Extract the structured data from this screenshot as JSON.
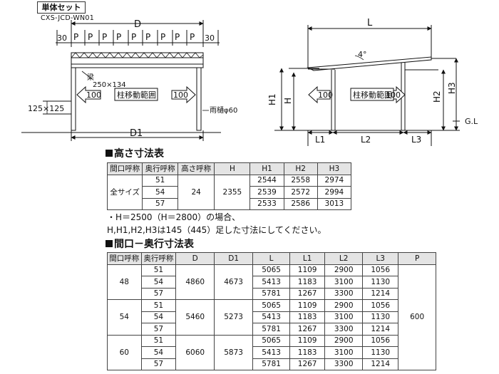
{
  "header": {
    "tag": "単体セット",
    "model": "CXS-JCD-WN01"
  },
  "front": {
    "dim_d": "D",
    "dim_d1": "D1",
    "edge_left": "30",
    "edge_right": "30",
    "pitch": "P",
    "beam_label": "梁",
    "beam_size": "250×134",
    "post_size": "125×125",
    "gutter": "雨樋φ60",
    "move_range": "柱移動範囲",
    "offset": "100"
  },
  "side": {
    "dim_l": "L",
    "angle": "4°",
    "h1": "H1",
    "h": "H",
    "h2": "H2",
    "h3": "H3",
    "l1": "L1",
    "l2": "L2",
    "l3": "L3",
    "gl": "G.L",
    "move_range": "柱移動範囲",
    "offset": "100"
  },
  "height_table": {
    "title": "高さ寸法表",
    "headers": [
      "間口呼称",
      "奥行呼称",
      "高さ呼称",
      "H",
      "H1",
      "H2",
      "H3"
    ],
    "size_label": "全サイズ",
    "height_name": "24",
    "h_value": "2355",
    "rows": [
      {
        "depth": "51",
        "h1": "2544",
        "h2": "2558",
        "h3": "2974"
      },
      {
        "depth": "54",
        "h1": "2539",
        "h2": "2572",
        "h3": "2994"
      },
      {
        "depth": "57",
        "h1": "2533",
        "h2": "2586",
        "h3": "3013"
      }
    ]
  },
  "notes": {
    "line1": "・H＝2500（H＝2800）の場合、",
    "line2": "H,H1,H2,H3は145（445）足した寸法にしてください。"
  },
  "dim_table": {
    "title": "間口－奥行寸法表",
    "headers": [
      "間口呼称",
      "奥行呼称",
      "D",
      "D1",
      "L",
      "L1",
      "L2",
      "L3",
      "P"
    ],
    "p_value": "600",
    "groups": [
      {
        "width": "48",
        "d": "4860",
        "d1": "4673",
        "rows": [
          {
            "depth": "51",
            "l": "5065",
            "l1": "1109",
            "l2": "2900",
            "l3": "1056"
          },
          {
            "depth": "54",
            "l": "5413",
            "l1": "1183",
            "l2": "3100",
            "l3": "1130"
          },
          {
            "depth": "57",
            "l": "5781",
            "l1": "1267",
            "l2": "3300",
            "l3": "1214"
          }
        ]
      },
      {
        "width": "54",
        "d": "5460",
        "d1": "5273",
        "rows": [
          {
            "depth": "51",
            "l": "5065",
            "l1": "1109",
            "l2": "2900",
            "l3": "1056"
          },
          {
            "depth": "54",
            "l": "5413",
            "l1": "1183",
            "l2": "3100",
            "l3": "1130"
          },
          {
            "depth": "57",
            "l": "5781",
            "l1": "1267",
            "l2": "3300",
            "l3": "1214"
          }
        ]
      },
      {
        "width": "60",
        "d": "6060",
        "d1": "5873",
        "rows": [
          {
            "depth": "51",
            "l": "5065",
            "l1": "1109",
            "l2": "2900",
            "l3": "1056"
          },
          {
            "depth": "54",
            "l": "5413",
            "l1": "1183",
            "l2": "3100",
            "l3": "1130"
          },
          {
            "depth": "57",
            "l": "5781",
            "l1": "1267",
            "l2": "3300",
            "l3": "1214"
          }
        ]
      }
    ]
  }
}
